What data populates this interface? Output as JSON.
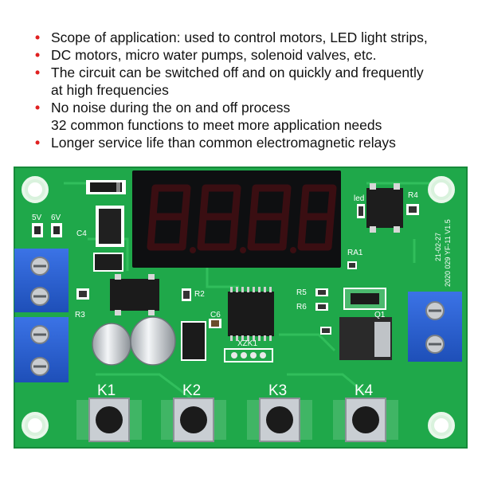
{
  "bullets": [
    {
      "text": "Scope of application: used to control motors, LED light strips,"
    },
    {
      "text": "DC motors, micro water pumps, solenoid valves, etc."
    },
    {
      "text": "The circuit can be switched off and on quickly and frequently",
      "cont": "at high frequencies"
    },
    {
      "text": "No noise during the on and off process",
      "cont": "32 common functions to meet more application needs"
    },
    {
      "text": "Longer service life than common electromagnetic relays"
    }
  ],
  "bullet_glyph": "•",
  "colors": {
    "pcb": "#1fa84a",
    "bullet": "#e02020",
    "terminal": "#2a5fd0"
  },
  "board": {
    "buttons": [
      "K1",
      "K2",
      "K3",
      "K4"
    ],
    "silk": {
      "v5": "5V",
      "v6": "6V",
      "c4": "C4",
      "r3": "R3",
      "r2": "R2",
      "c6": "C6",
      "r5": "R5",
      "r6": "R6",
      "q1": "Q1",
      "xzk1": "XZK1",
      "ra1": "RA1",
      "led": "led",
      "r4": "R4",
      "rev1": "21-02-27",
      "rev2": "2020 029 YF-11 V1.5"
    }
  }
}
